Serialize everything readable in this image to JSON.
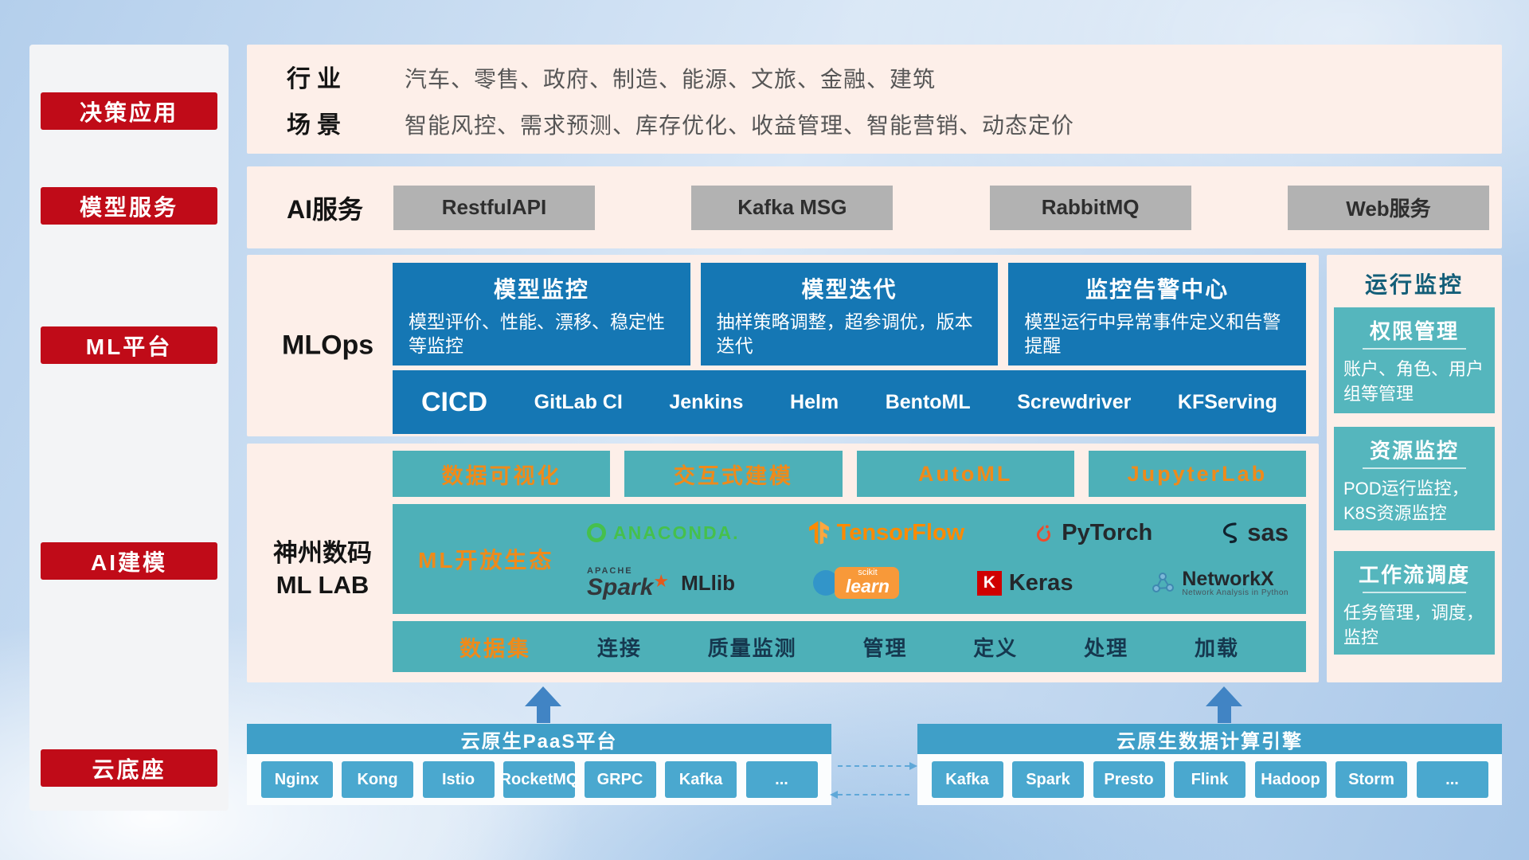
{
  "colors": {
    "accent_red": "#c00b18",
    "panel_pink": "#fdefe9",
    "card_blue": "#1577b4",
    "teal": "#4db0b8",
    "orange_text": "#ef8a1a",
    "cloud_blue": "#3f9fc8",
    "button_gray": "#b2b2b2"
  },
  "sidebar": {
    "items": [
      "决策应用",
      "模型服务",
      "ML平台",
      "AI建模",
      "云底座"
    ]
  },
  "industry": {
    "rows": [
      {
        "label": "行业",
        "content": "汽车、零售、政府、制造、能源、文旅、金融、建筑"
      },
      {
        "label": "场景",
        "content": "智能风控、需求预测、库存优化、收益管理、智能营销、动态定价"
      }
    ]
  },
  "ai_service": {
    "label": "AI服务",
    "buttons": [
      "RestfulAPI",
      "Kafka MSG",
      "RabbitMQ",
      "Web服务"
    ]
  },
  "mlops": {
    "label": "MLOps",
    "cards": [
      {
        "title": "模型监控",
        "desc": "模型评价、性能、漂移、稳定性等监控"
      },
      {
        "title": "模型迭代",
        "desc": "抽样策略调整，超参调优，版本迭代"
      },
      {
        "title": "监控告警中心",
        "desc": "模型运行中异常事件定义和告警提醒"
      }
    ],
    "cicd_label": "CICD",
    "cicd_tools": [
      "GitLab CI",
      "Jenkins",
      "Helm",
      "BentoML",
      "Screwdriver",
      "KFServing"
    ]
  },
  "monitor": {
    "title": "运行监控",
    "cards": [
      {
        "title": "权限管理",
        "desc": "账户、角色、用户组等管理"
      },
      {
        "title": "资源监控",
        "desc": "POD运行监控，K8S资源监控"
      },
      {
        "title": "工作流调度",
        "desc": "任务管理，调度，监控"
      }
    ]
  },
  "lab": {
    "label_line1": "神州数码",
    "label_line2": "ML LAB",
    "tools": [
      "数据可视化",
      "交互式建模",
      "AutoML",
      "JupyterLab"
    ],
    "ecosystem_label": "ML开放生态",
    "logos": {
      "anaconda": "ANACONDA.",
      "tensorflow": "TensorFlow",
      "pytorch": "PyTorch",
      "sas": "sas",
      "spark_caption": "APACHE",
      "spark": "Spark",
      "spark_star": "★",
      "mllib": "MLlib",
      "scikit_top": "scikit",
      "scikit": "learn",
      "keras_k": "K",
      "keras": "Keras",
      "networkx": "NetworkX",
      "networkx_caption": "Network Analysis in Python"
    },
    "dataset_label": "数据集",
    "dataset_items": [
      "连接",
      "质量监测",
      "管理",
      "定义",
      "处理",
      "加载"
    ]
  },
  "cloud": {
    "paas_title": "云原生PaaS平台",
    "paas_items": [
      "Nginx",
      "Kong",
      "Istio",
      "RocketMQ",
      "GRPC",
      "Kafka",
      "..."
    ],
    "engine_title": "云原生数据计算引擎",
    "engine_items": [
      "Kafka",
      "Spark",
      "Presto",
      "Flink",
      "Hadoop",
      "Storm",
      "..."
    ]
  }
}
